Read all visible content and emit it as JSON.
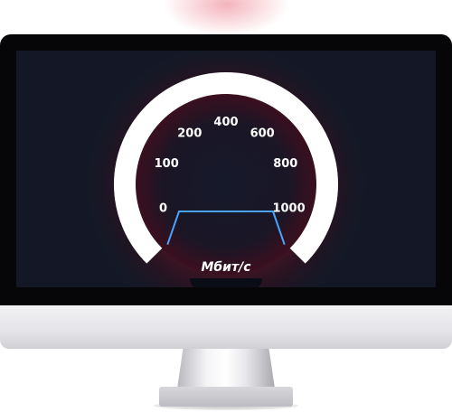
{
  "speedometer": {
    "unit": "Мбит/с",
    "scale_labels": [
      "0",
      "100",
      "200",
      "400",
      "600",
      "800",
      "1000"
    ],
    "current_value": 0,
    "arc_color": "#ffffff",
    "needle_color": "#4aa3ff",
    "glow_color": "#b01830"
  },
  "device": {
    "type": "desktop-monitor",
    "screen_color": "#141826"
  }
}
